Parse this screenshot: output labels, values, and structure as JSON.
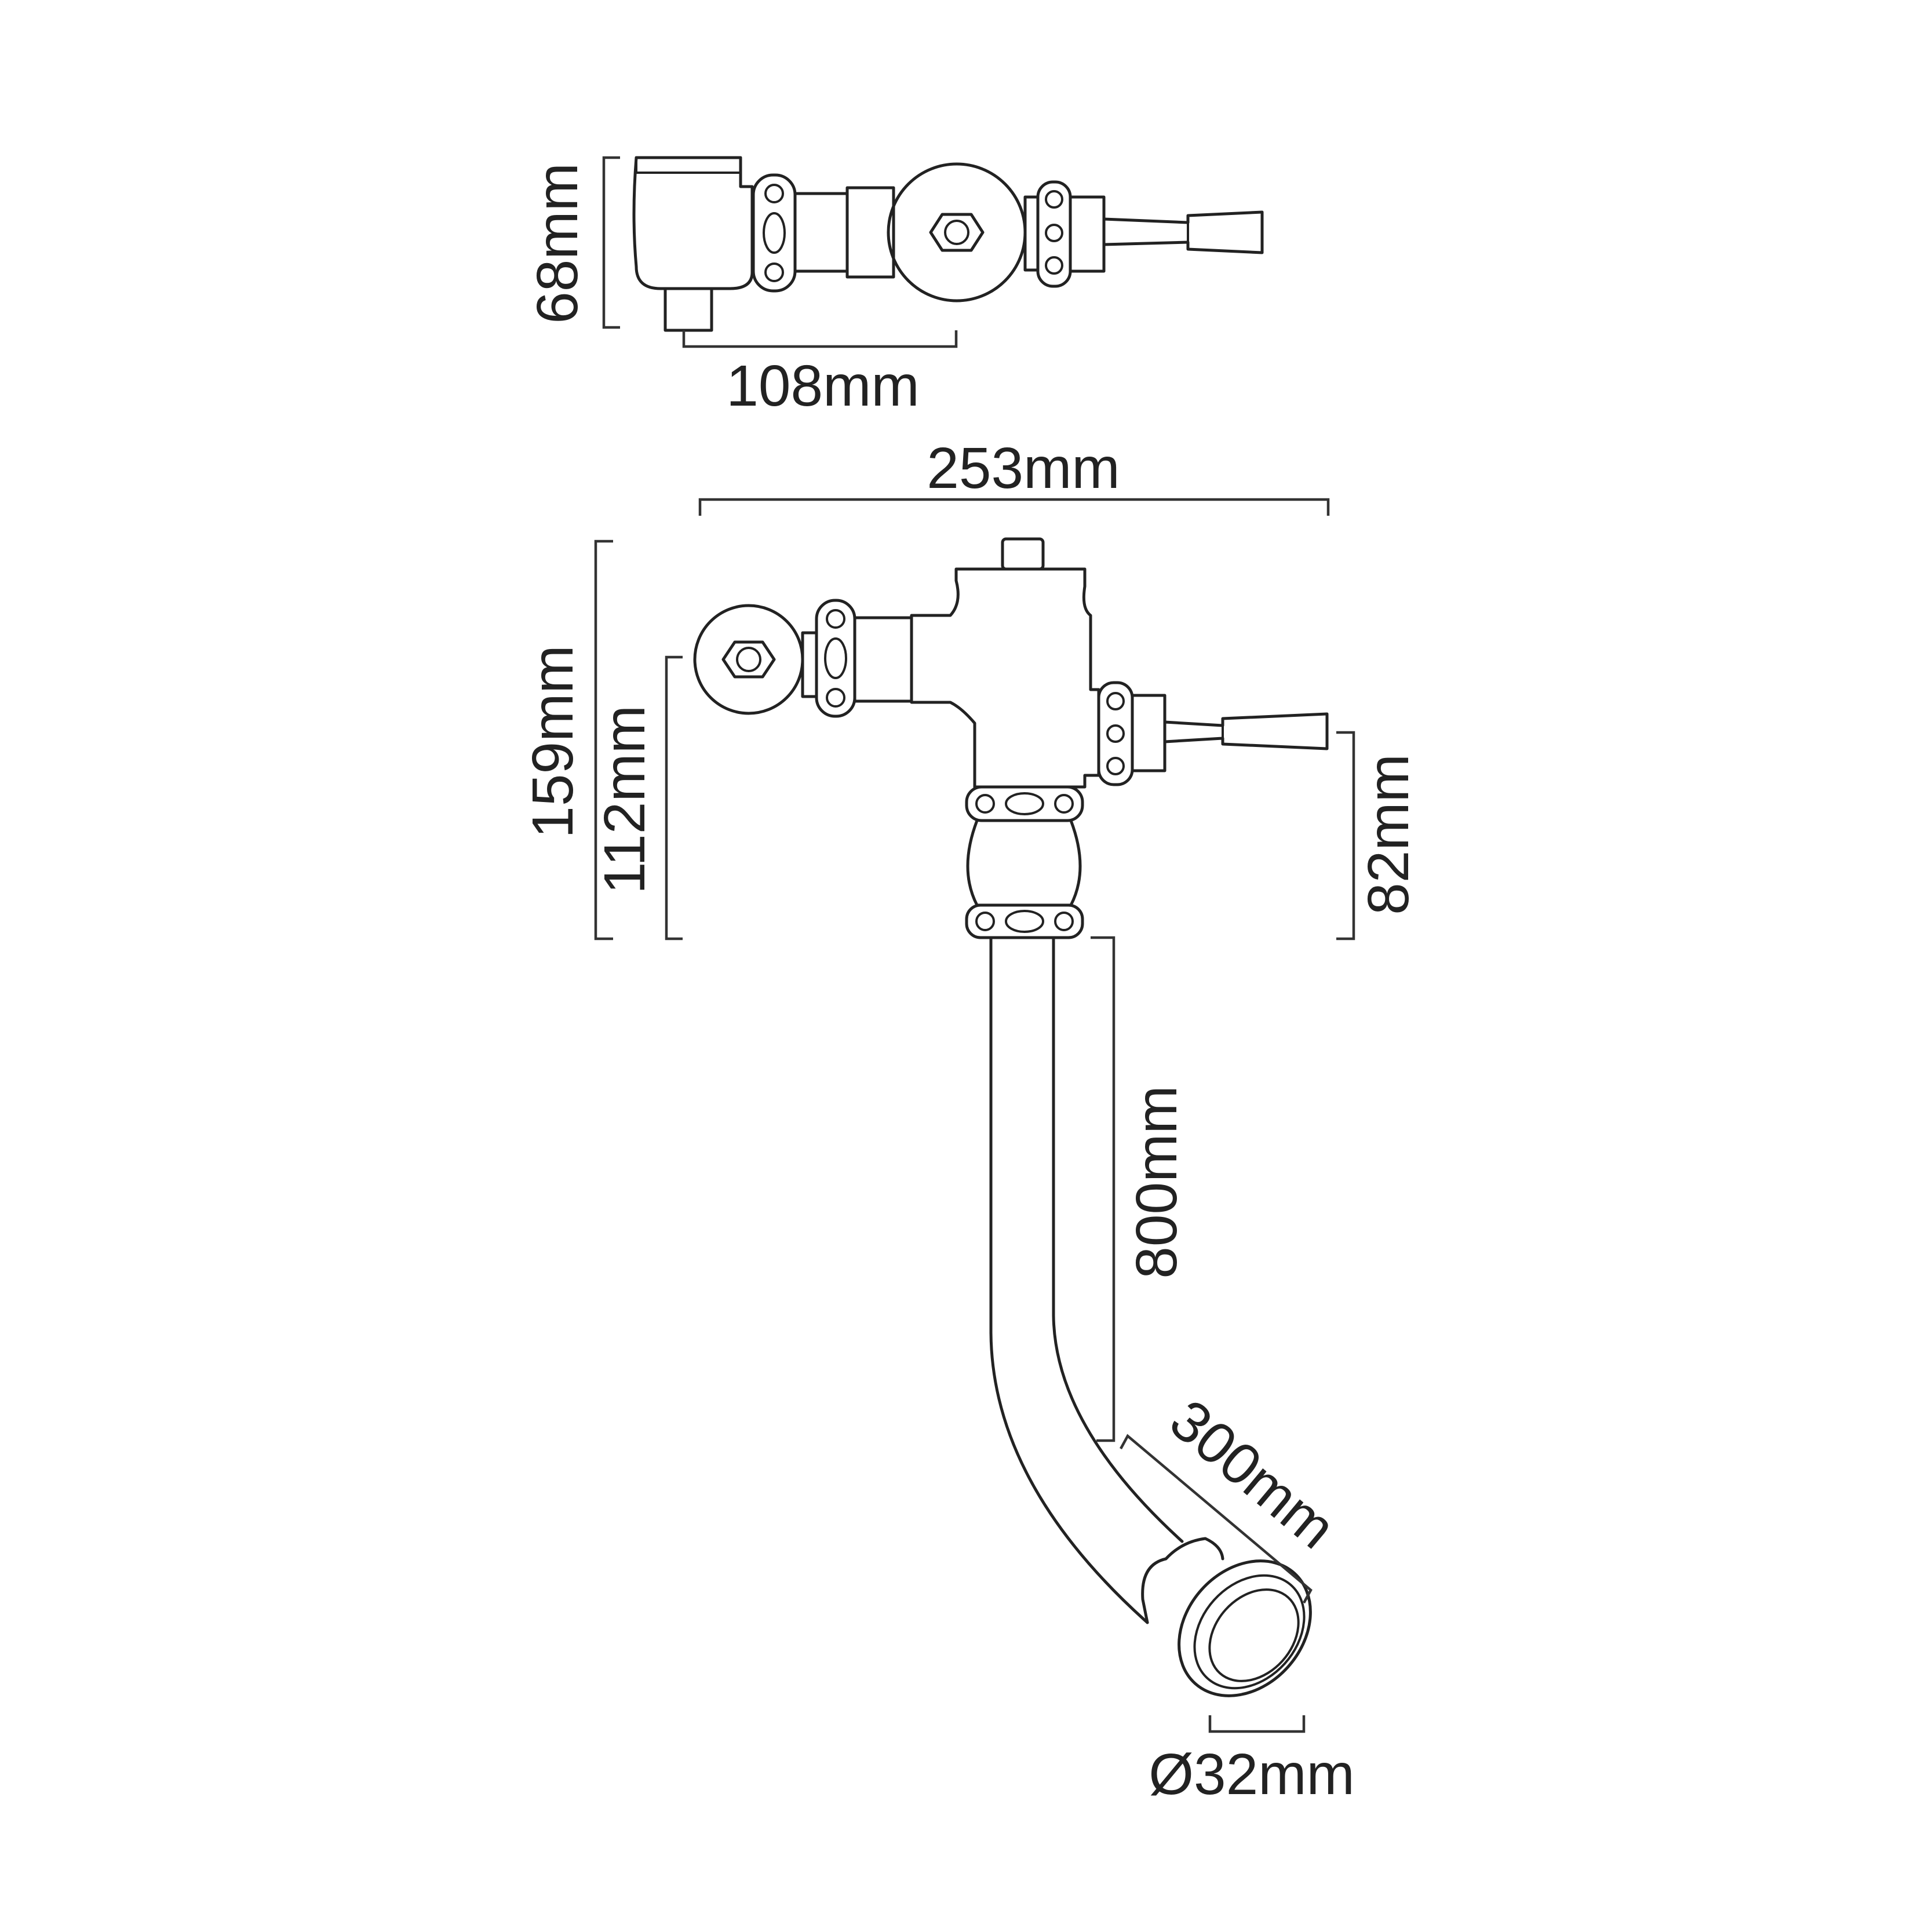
{
  "dimensions": {
    "top_height": "68mm",
    "top_width": "108mm",
    "overall_width": "253mm",
    "overall_height": "159mm",
    "inlet_height": "112mm",
    "handle_height": "82mm",
    "pipe_length": "800mm",
    "bend_length": "300mm",
    "outlet_diameter": "Ø32mm"
  },
  "colors": {
    "line": "#222222",
    "background": "#ffffff"
  }
}
